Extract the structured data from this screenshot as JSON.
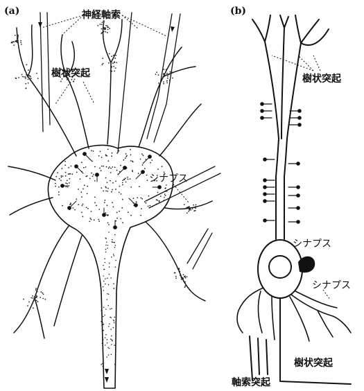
{
  "panels": [
    {
      "id": "a",
      "label": "(a)",
      "labels": {
        "axon": "神経軸索",
        "dendrite": "樹状突起",
        "synapse": "シナプス"
      }
    },
    {
      "id": "b",
      "label": "(b)",
      "labels": {
        "dendrite_top": "樹状突起",
        "synapse_1": "シナプス",
        "synapse_2": "シナプス",
        "dendrite_bottom": "樹状突起",
        "axon": "軸索突起"
      }
    }
  ],
  "colors": {
    "ink": "#111111",
    "background": "#ffffff"
  }
}
